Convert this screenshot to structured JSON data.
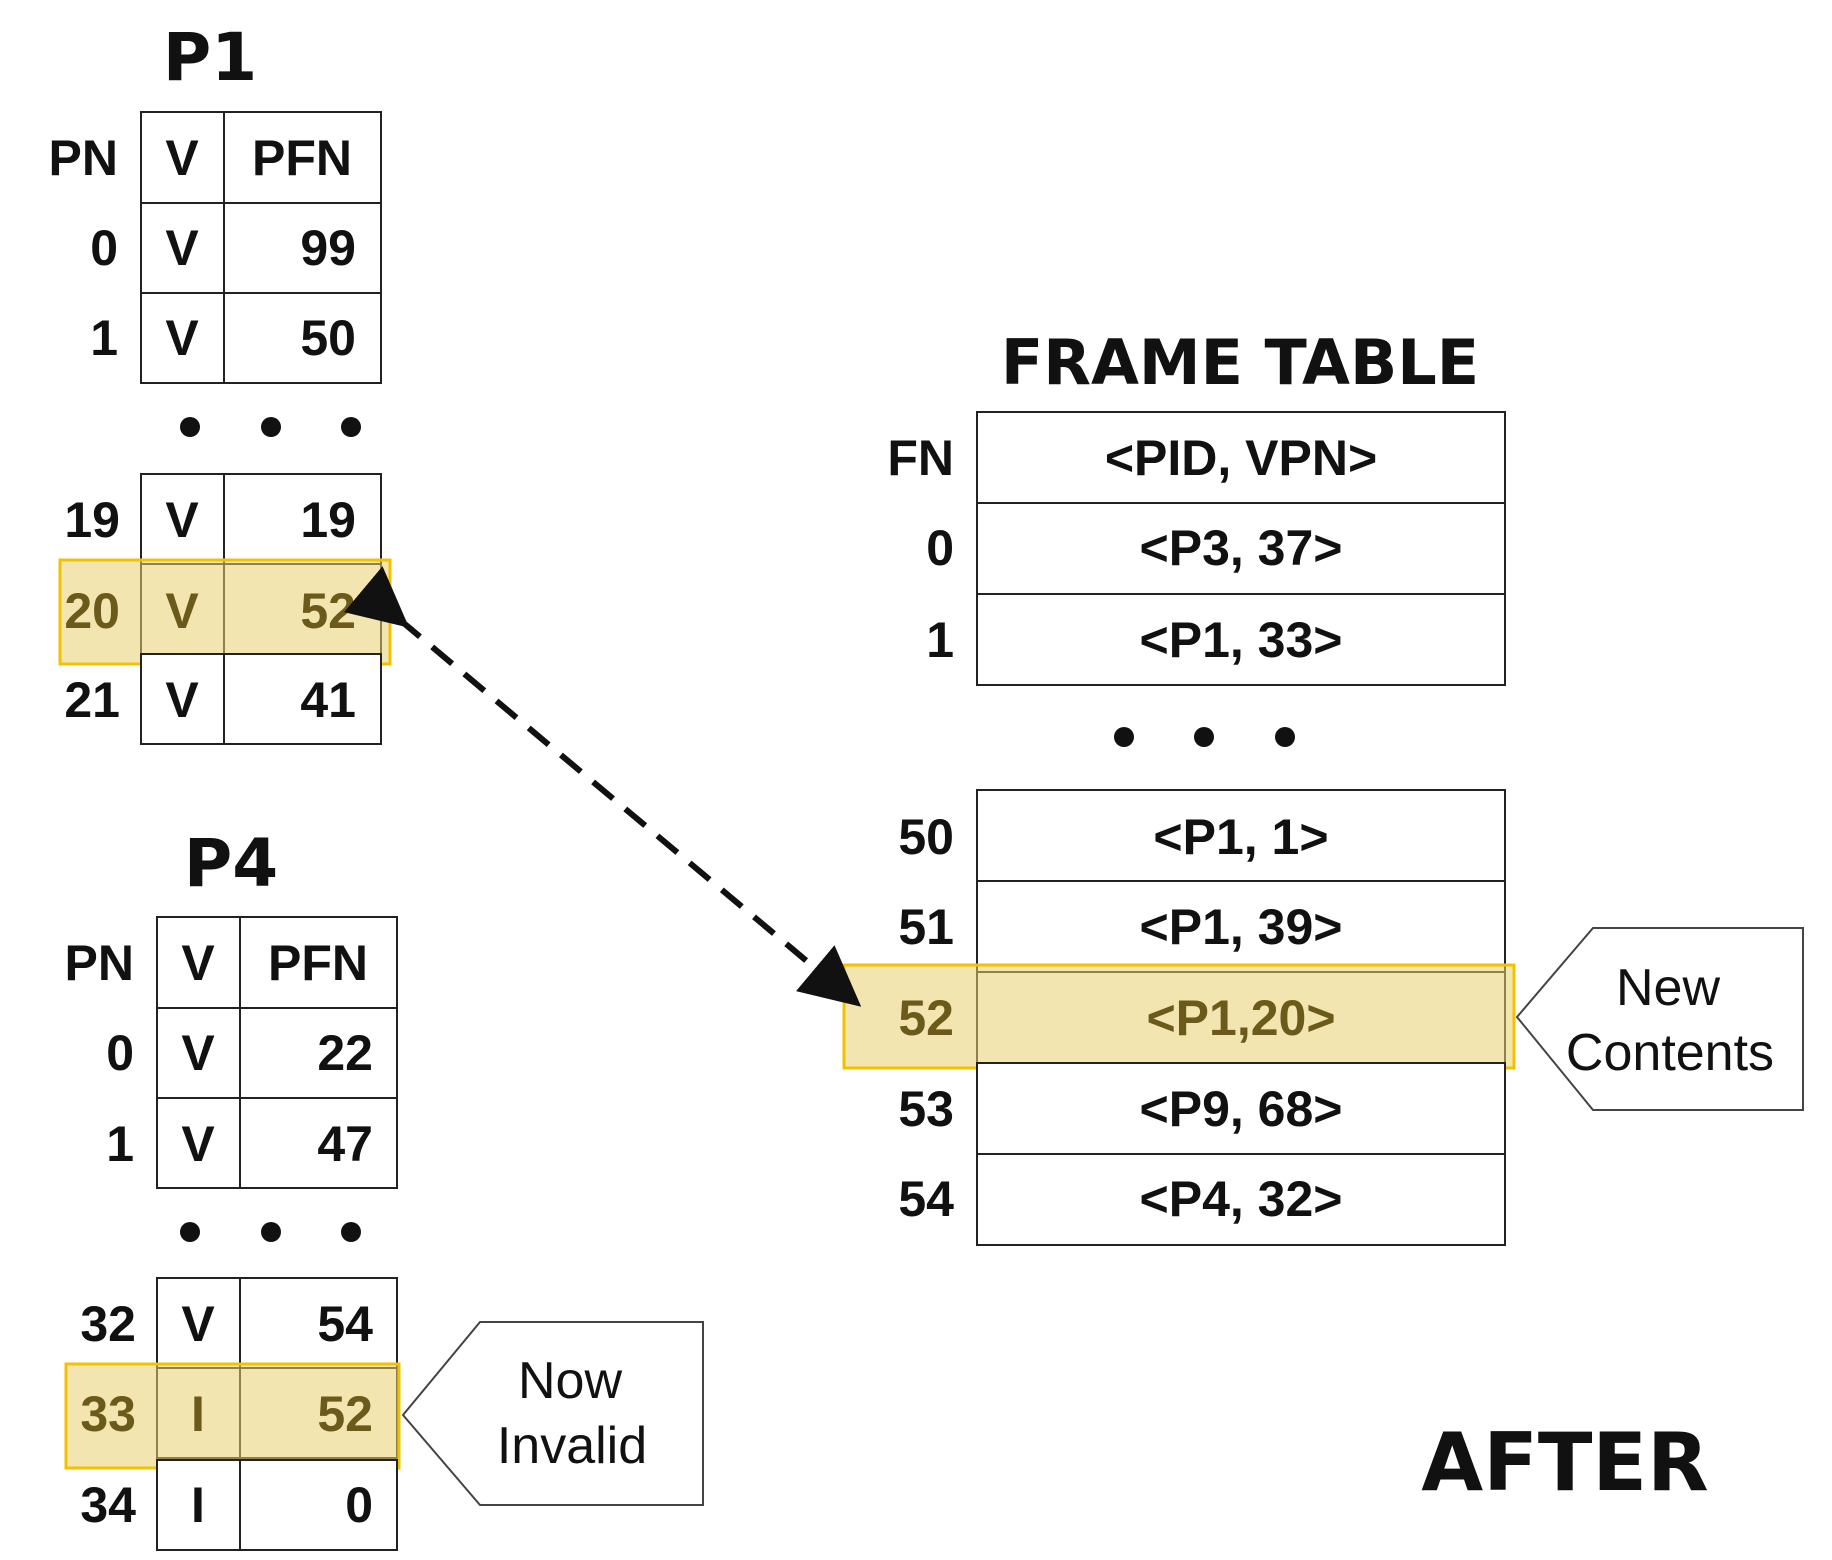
{
  "p1": {
    "title": "P1",
    "headers": {
      "pn": "PN",
      "v": "V",
      "pfn": "PFN"
    },
    "rows": [
      {
        "pn": "0",
        "v": "V",
        "pfn": "99"
      },
      {
        "pn": "1",
        "v": "V",
        "pfn": "50"
      },
      {
        "pn": "19",
        "v": "V",
        "pfn": "19"
      },
      {
        "pn": "20",
        "v": "V",
        "pfn": "52",
        "highlighted": true
      },
      {
        "pn": "21",
        "v": "V",
        "pfn": "41"
      }
    ]
  },
  "p4": {
    "title": "P4",
    "headers": {
      "pn": "PN",
      "v": "V",
      "pfn": "PFN"
    },
    "rows": [
      {
        "pn": "0",
        "v": "V",
        "pfn": "22"
      },
      {
        "pn": "1",
        "v": "V",
        "pfn": "47"
      },
      {
        "pn": "32",
        "v": "V",
        "pfn": "54"
      },
      {
        "pn": "33",
        "v": "I",
        "pfn": "52",
        "highlighted": true
      },
      {
        "pn": "34",
        "v": "I",
        "pfn": "0"
      }
    ]
  },
  "frame_table": {
    "title": "FRAME TABLE",
    "headers": {
      "fn": "FN",
      "entry": "<PID, VPN>"
    },
    "rows": [
      {
        "fn": "0",
        "entry": "<P3, 37>"
      },
      {
        "fn": "1",
        "entry": "<P1, 33>"
      },
      {
        "fn": "50",
        "entry": "<P1, 1>"
      },
      {
        "fn": "51",
        "entry": "<P1, 39>"
      },
      {
        "fn": "52",
        "entry": "<P1,20>",
        "highlighted": true
      },
      {
        "fn": "53",
        "entry": "<P9, 68>"
      },
      {
        "fn": "54",
        "entry": "<P4, 32>"
      }
    ]
  },
  "callouts": {
    "now_invalid": [
      "Now",
      "Invalid"
    ],
    "new_contents": [
      "New",
      "Contents"
    ]
  },
  "stage_label": "AFTER",
  "colors": {
    "highlight_fill": "#e8d070",
    "highlight_border": "#f2c200",
    "highlight_text": "#6b5a1a"
  }
}
